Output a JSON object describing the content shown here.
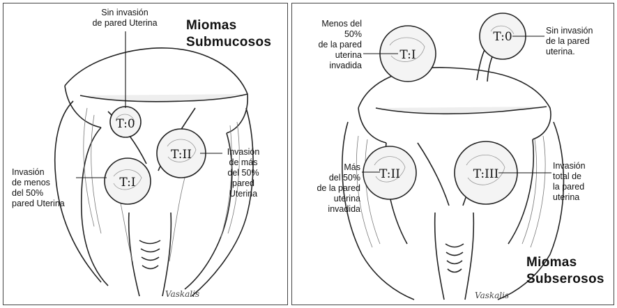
{
  "left_panel": {
    "title_line1": "Miomas",
    "title_line2": "Submucosos",
    "tags": {
      "t0": "T:0",
      "t1": "T:I",
      "t2": "T:II"
    },
    "labels": {
      "t0": [
        "Sin invasión",
        "de pared Uterina"
      ],
      "t1": [
        "Invasión",
        "de menos",
        "del 50%",
        "pared Uterina"
      ],
      "t2": [
        "Invasión",
        "de más",
        "del 50%",
        "pared",
        "Uterina"
      ]
    }
  },
  "right_panel": {
    "title_line1": "Miomas",
    "title_line2": "Subserosos",
    "tags": {
      "t0": "T:0",
      "t1": "T:I",
      "t2": "T:II",
      "t3": "T:III"
    },
    "labels": {
      "t0": [
        "Sin invasión",
        "de la pared",
        "uterina."
      ],
      "t1": [
        "Menos del",
        "50%",
        "de la pared",
        "uterina",
        "invadida"
      ],
      "t2": [
        "Más",
        "del 50%",
        "de la pared",
        "uterina",
        "invadida"
      ],
      "t3": [
        "Invasión",
        "total de",
        "la pared",
        "uterina"
      ]
    }
  },
  "signature": "Vaskalis"
}
